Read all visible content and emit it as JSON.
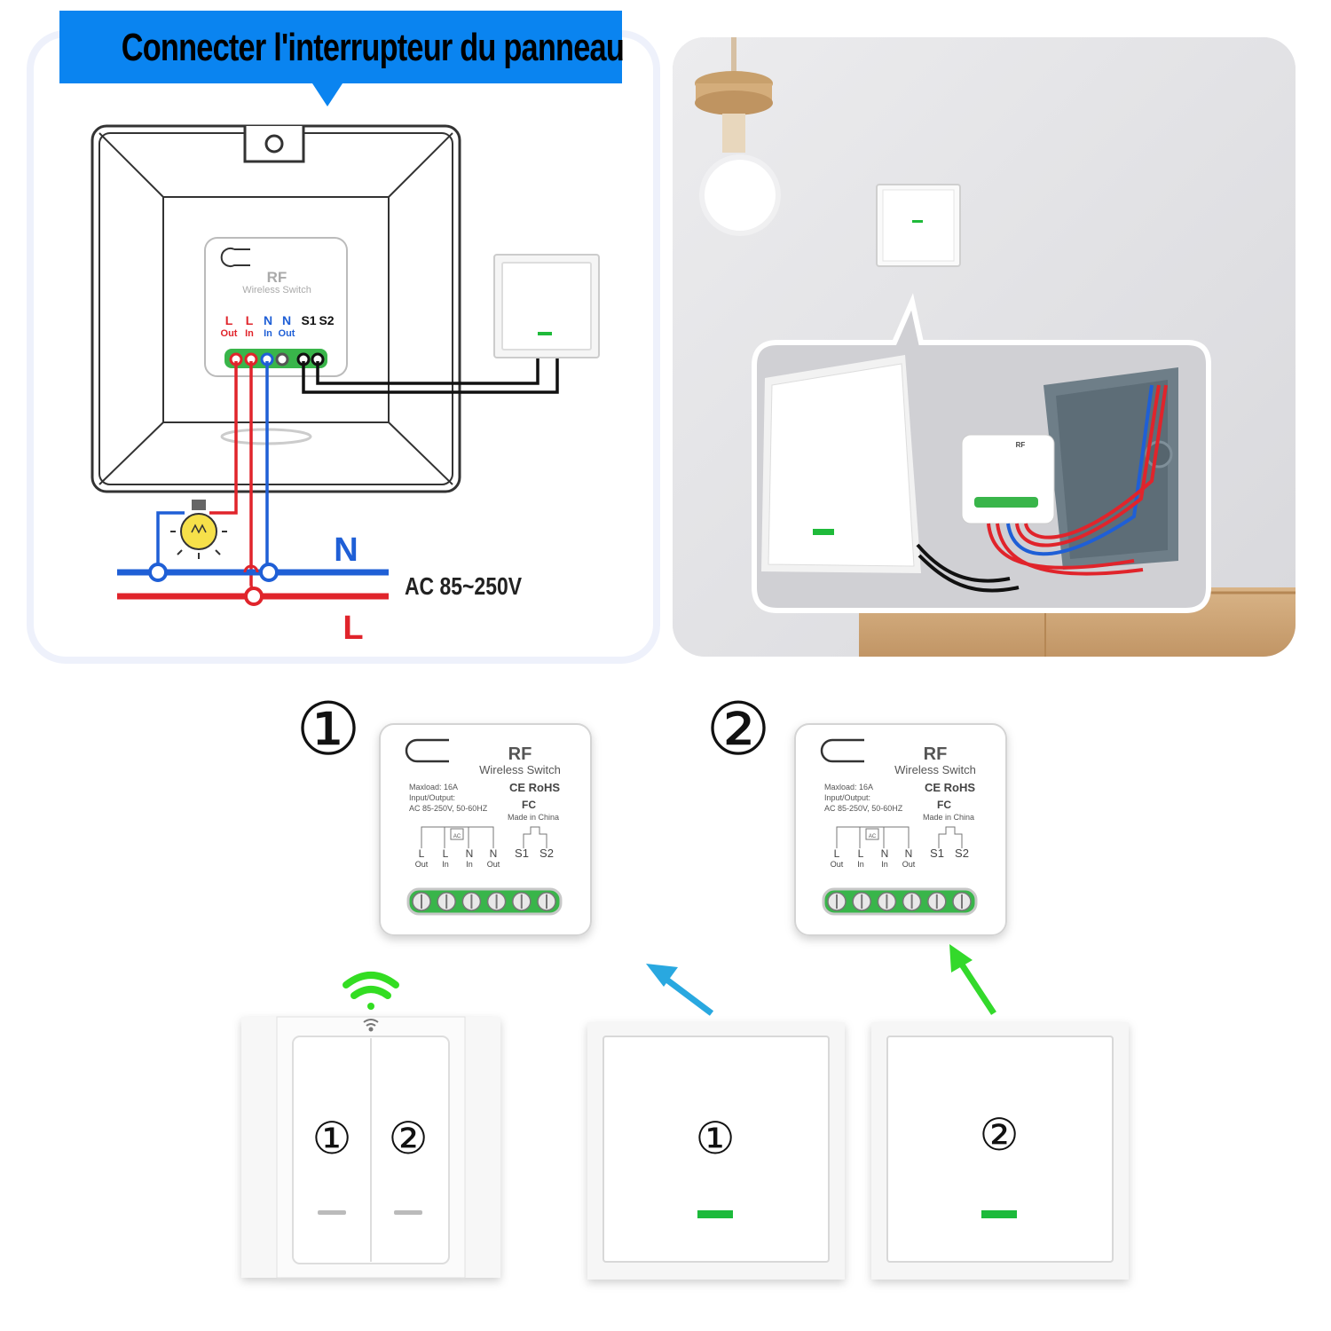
{
  "header": {
    "title": "Connecter l'interrupteur du panneau"
  },
  "wiring_diagram": {
    "module_brand": "RF",
    "module_subtitle": "Wireless Switch",
    "terminals": [
      {
        "top": "L",
        "bottom": "Out",
        "color": "#e0242b"
      },
      {
        "top": "L",
        "bottom": "In",
        "color": "#e0242b"
      },
      {
        "top": "N",
        "bottom": "In",
        "color": "#1f5fd6"
      },
      {
        "top": "N",
        "bottom": "Out",
        "color": "#1f5fd6"
      },
      {
        "top": "S1",
        "bottom": "",
        "color": "#111111"
      },
      {
        "top": "S2",
        "bottom": "",
        "color": "#111111"
      }
    ],
    "neutral_label": "N",
    "live_label": "L",
    "voltage_label": "AC 85~250V"
  },
  "modules": [
    {
      "number": "①",
      "brand": "RF",
      "subtitle": "Wireless Switch",
      "maxload": "Maxload: 16A",
      "io_label": "Input/Output:",
      "io_value": "AC 85-250V, 50-60HZ",
      "cert_ce": "CE RoHS",
      "cert_fc": "FC",
      "origin": "Made in China",
      "ac_label": "AC",
      "terminals": [
        {
          "top": "L",
          "bottom": "Out"
        },
        {
          "top": "L",
          "bottom": "In"
        },
        {
          "top": "N",
          "bottom": "In"
        },
        {
          "top": "N",
          "bottom": "Out"
        },
        {
          "top": "S1",
          "bottom": ""
        },
        {
          "top": "S2",
          "bottom": ""
        }
      ]
    },
    {
      "number": "②",
      "brand": "RF",
      "subtitle": "Wireless Switch",
      "maxload": "Maxload: 16A",
      "io_label": "Input/Output:",
      "io_value": "AC 85-250V, 50-60HZ",
      "cert_ce": "CE RoHS",
      "cert_fc": "FC",
      "origin": "Made in China",
      "ac_label": "AC",
      "terminals": [
        {
          "top": "L",
          "bottom": "Out"
        },
        {
          "top": "L",
          "bottom": "In"
        },
        {
          "top": "N",
          "bottom": "In"
        },
        {
          "top": "N",
          "bottom": "Out"
        },
        {
          "top": "S1",
          "bottom": ""
        },
        {
          "top": "S2",
          "bottom": ""
        }
      ]
    }
  ],
  "remotes": {
    "double_gang": {
      "left_label": "①",
      "right_label": "②"
    },
    "single_one": {
      "label": "①"
    },
    "single_two": {
      "label": "②"
    }
  },
  "colors": {
    "title_bg": "#0a84f0",
    "live_wire": "#e0242b",
    "neutral_wire": "#1f5fd6",
    "signal_wire": "#111111",
    "led_green": "#1fba3a",
    "arrow_blue": "#29a8e0",
    "arrow_green": "#33d92b",
    "wifi_green": "#33dd22"
  }
}
